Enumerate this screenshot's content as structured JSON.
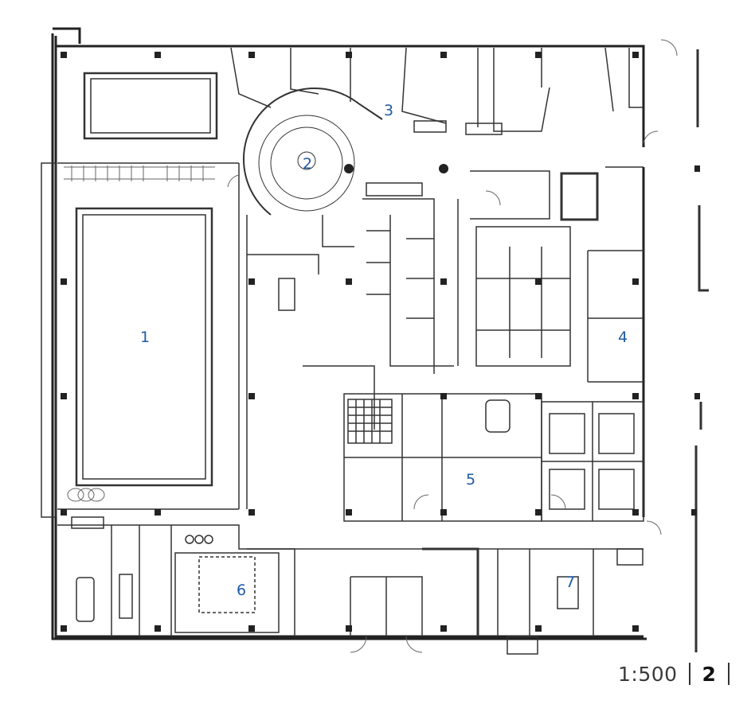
{
  "rooms": [
    {
      "id": "r1",
      "label": "1"
    },
    {
      "id": "r2",
      "label": "2"
    },
    {
      "id": "r3",
      "label": "3"
    },
    {
      "id": "r4",
      "label": "4"
    },
    {
      "id": "r5",
      "label": "5"
    },
    {
      "id": "r6",
      "label": "6"
    },
    {
      "id": "r7",
      "label": "7"
    }
  ],
  "scale": {
    "ratio": "1:500",
    "sheet": "2"
  },
  "colors": {
    "label": "#1f5aa6",
    "wall": "#222222",
    "line": "#555555"
  }
}
